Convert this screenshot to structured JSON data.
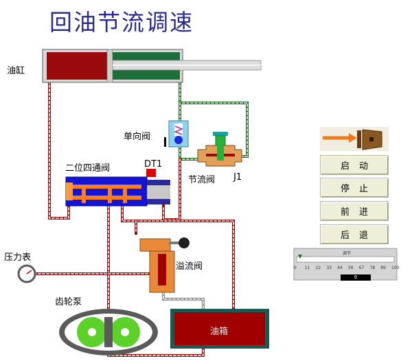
{
  "title": "回油节流调速",
  "labels": {
    "cylinder": "油缸",
    "check_valve": "单向阀",
    "four_way_valve": "二位四通阀",
    "dt1": "DT1",
    "throttle_valve": "节流阀",
    "j1": "J1",
    "pressure_gauge": "压力表",
    "relief_valve": "溢流阀",
    "gear_pump": "齿轮泵",
    "tank": "油箱"
  },
  "controls": {
    "start_label": "启动",
    "stop_label": "停止",
    "forward_label": "前进",
    "back_label": "后退"
  },
  "slider": {
    "caption": "调节",
    "ticks": [
      "0",
      "11",
      "22",
      "33",
      "44",
      "56",
      "67",
      "78",
      "89",
      "100"
    ],
    "value": "0"
  },
  "colors": {
    "title": "#2b2b8e",
    "cylinder_red": "#9b0a0a",
    "cylinder_green": "#1e6e3a",
    "tank_red": "#a00000",
    "tank_border": "#1a5a52",
    "valve_blue": "#1a1ad8",
    "valve_orange": "#ff7d1a",
    "pipe_red": "#a02020",
    "pipe_green": "#2a7a2a",
    "gear_green": "#5cd12a",
    "button_face": "#efeed9"
  },
  "icons": {
    "door_animation": "door-arrow-icon",
    "pressure_gauge": "pressure-gauge-icon"
  }
}
